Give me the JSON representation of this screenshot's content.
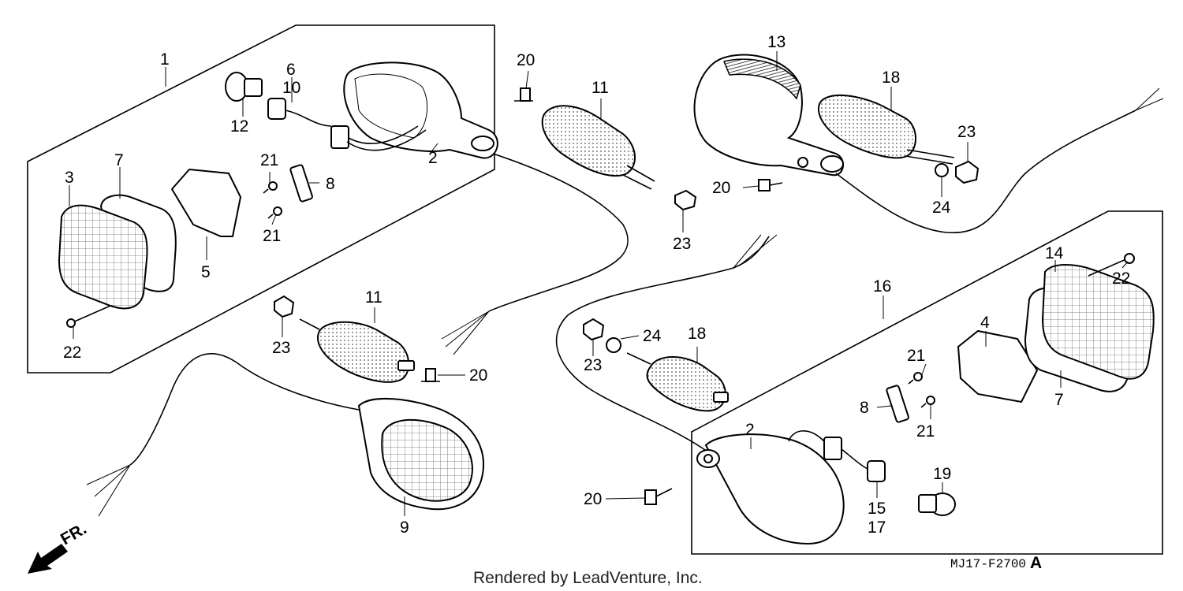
{
  "labels": {
    "l1": "1",
    "l2a": "2",
    "l2b": "2",
    "l3": "3",
    "l4": "4",
    "l5": "5",
    "l6": "6",
    "l7a": "7",
    "l7b": "7",
    "l8a": "8",
    "l8b": "8",
    "l9": "9",
    "l10": "10",
    "l11a": "11",
    "l11b": "11",
    "l12": "12",
    "l13": "13",
    "l14": "14",
    "l15": "15",
    "l16": "16",
    "l17": "17",
    "l18a": "18",
    "l18b": "18",
    "l19": "19",
    "l20a": "20",
    "l20b": "20",
    "l20c": "20",
    "l20d": "20",
    "l21a": "21",
    "l21b": "21",
    "l21c": "21",
    "l21d": "21",
    "l22a": "22",
    "l22b": "22",
    "l23a": "23",
    "l23b": "23",
    "l23c": "23",
    "l23d": "23",
    "l24a": "24",
    "l24b": "24"
  },
  "direction_label": "FR.",
  "diagram_code": "MJ17-F2700",
  "diagram_code_suffix": "A",
  "credit": "Rendered by LeadVenture, Inc."
}
